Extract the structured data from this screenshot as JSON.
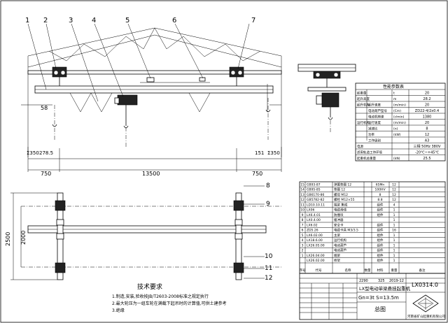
{
  "callouts": [
    "1",
    "2",
    "3",
    "4",
    "5",
    "6",
    "7",
    "8",
    "9",
    "10",
    "11",
    "12"
  ],
  "dimensions": {
    "clear_height": "58",
    "left_offset": "Σ350",
    "left_width": "278.5",
    "right_offset": "Σ350",
    "right_width": "151",
    "left_end": "750",
    "span": "13500",
    "right_end": "750",
    "rail_gap": "2500",
    "wheel_base": "2000"
  },
  "spec_table": {
    "title": "性能参数表",
    "rows": [
      {
        "label": "起重量",
        "unit": "t",
        "value": "20"
      },
      {
        "label": "起升高度",
        "unit": "m",
        "value": "28.2"
      },
      {
        "label": "起升机构",
        "sub": "起升速度",
        "unit": "(m/min)",
        "value": "20"
      },
      {
        "label": "",
        "sub": "电动葫芦型号",
        "unit": "(Cm)",
        "value": "ZD22-4/2x0.4"
      },
      {
        "label": "",
        "sub": "电动机转速",
        "unit": "(r/min)",
        "value": "1380"
      },
      {
        "label": "运行机构",
        "sub": "运行速度",
        "unit": "(m/min)",
        "value": "20"
      },
      {
        "label": "",
        "sub": "减速比",
        "unit": "(n)",
        "value": "8"
      },
      {
        "label": "",
        "sub": "功率",
        "unit": "(kW)",
        "value": "12"
      },
      {
        "label": "",
        "sub": "工作级别",
        "unit": "",
        "value": "A3"
      },
      {
        "label": "电源",
        "sub": "",
        "unit": "",
        "value": "三相 50Hz 380V"
      },
      {
        "label": "适用轨道工作环境",
        "sub": "",
        "unit": "",
        "value": "-20℃~+45℃"
      },
      {
        "label": "起重机总重量",
        "sub": "",
        "unit": "(kN)",
        "value": "25.5"
      }
    ]
  },
  "parts_table": {
    "rows": [
      {
        "no": "15",
        "code": "GB93-87",
        "name": "弹簧垫圈 12",
        "qty": "",
        "material": "65Mn",
        "weight": "12"
      },
      {
        "no": "14",
        "code": "GB95-85",
        "name": "垫圈 12",
        "qty": "",
        "material": "100HV",
        "weight": "12"
      },
      {
        "no": "13",
        "code": "GB6170-86",
        "name": "螺母 M12",
        "qty": "",
        "material": "8",
        "weight": "12"
      },
      {
        "no": "12",
        "code": "GB5782-82",
        "name": "螺栓 M12×55",
        "qty": "",
        "material": "8.8",
        "weight": "12"
      },
      {
        "no": "11",
        "code": "LD10.10.11",
        "name": "端梁 集成",
        "qty": "",
        "material": "组件",
        "weight": "4"
      },
      {
        "no": "10",
        "code": "LX06",
        "name": "电缆滑线",
        "qty": "",
        "material": "组件",
        "weight": "1"
      },
      {
        "no": "9",
        "code": "LX6.4.01",
        "name": "防撞块",
        "qty": "",
        "material": "组件",
        "weight": "1"
      },
      {
        "no": "8",
        "code": "LX0.4.00",
        "name": "缓冲器",
        "qty": "",
        "material": "",
        "weight": "1"
      },
      {
        "no": "7",
        "code": "LX6.02",
        "name": "安全卡",
        "qty": "",
        "material": "组件",
        "weight": "1"
      },
      {
        "no": "6",
        "code": "ZD5.26",
        "name": "电缆卡具 M3/3.5",
        "qty": "",
        "material": "组件",
        "weight": "16"
      },
      {
        "no": "5",
        "code": "LX6.02.00",
        "name": "主梁",
        "qty": "",
        "material": "组件",
        "weight": "1"
      },
      {
        "no": "4",
        "code": "LX18.6.00",
        "name": "运行机构",
        "qty": "",
        "material": "组件",
        "weight": "1"
      },
      {
        "no": "3",
        "code": "LX26.05.00",
        "name": "电动葫芦",
        "qty": "",
        "material": "组件",
        "weight": "1"
      },
      {
        "no": "2",
        "code": "",
        "name": "电动葫芦",
        "qty": "",
        "material": "组件",
        "weight": "1"
      },
      {
        "no": "1",
        "code": "LX26.04.00",
        "name": "端梁",
        "qty": "",
        "material": "组件",
        "weight": "1"
      },
      {
        "no": "",
        "code": "LX26.02.00",
        "name": "桥架",
        "qty": "",
        "material": "组件",
        "weight": "1"
      }
    ],
    "headers": [
      "序号",
      "代号",
      "名称",
      "数量",
      "材料",
      "重量",
      "备注"
    ]
  },
  "notes": {
    "title": "技术要求",
    "items": [
      "1.制造,安装,验收按JB/T2603-2008标准之规定执行",
      "2.最大轮压为一组车轮在满载下起吊时的计算值,可供土建参考",
      "3.绝缘"
    ]
  },
  "title_block": {
    "drawing_no": "LX0314.0",
    "product_name": "LX型电动单梁悬挂起重机",
    "capacity": "Gn=3t  S=13.5m",
    "sheet_label": "总图",
    "weights": [
      "2290",
      "325",
      "2019-12"
    ],
    "company": "河南省矿山起重机有限公司"
  }
}
